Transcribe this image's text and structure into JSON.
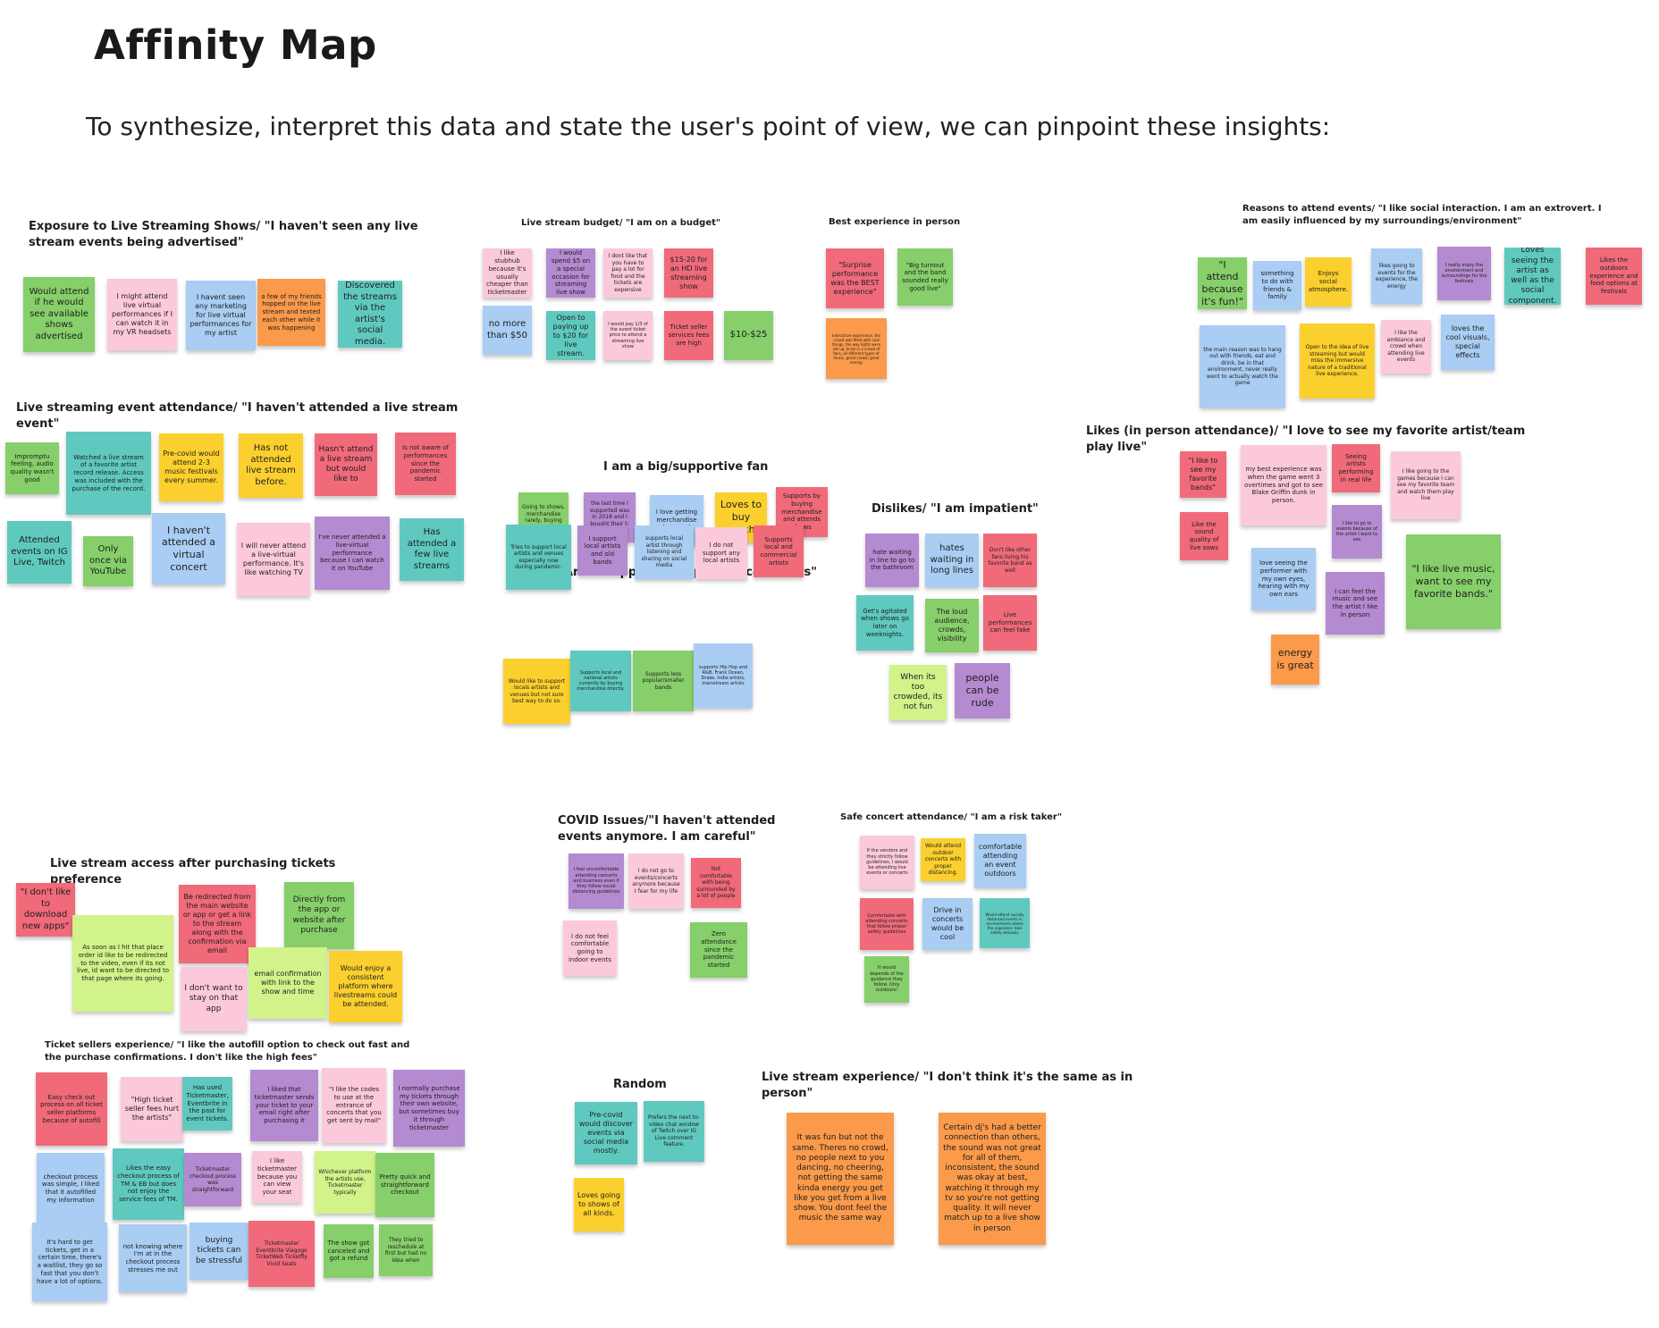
{
  "board": {
    "title": "Affinity Map",
    "subtitle": "To synthesize, interpret this data and state the user's point of view, we can pinpoint these insights:"
  },
  "colors": {
    "green": "#86cf6a",
    "pink": "#fcc9dc",
    "blue": "#a9cdf3",
    "orange": "#fa9a4a",
    "teal": "#5fc9bf",
    "yellow": "#fbd02e",
    "red": "#f06a7a",
    "purple": "#b48ad0",
    "lime": "#d2f28a"
  },
  "clusters": [
    {
      "id": "exposure",
      "title": "Exposure to Live Streaming Shows/ \"I haven't seen any live stream events being advertised\""
    },
    {
      "id": "budget",
      "title": "Live stream budget/ \"I am on a budget\""
    },
    {
      "id": "best",
      "title": "Best experience in person"
    },
    {
      "id": "reasons",
      "title": "Reasons to attend events/ \"I like social interaction. I am an extrovert. I am easily influenced by my surroundings/environment\""
    },
    {
      "id": "attendance",
      "title": "Live streaming event attendance/ \"I haven't attended a live stream event\""
    },
    {
      "id": "fan",
      "title": "I am a big/supportive fan"
    },
    {
      "id": "dislikes",
      "title": "Dislikes/ \"I am impatient\""
    },
    {
      "id": "likes",
      "title": "Likes (in person attendance)/ \"I love to see my favorite artist/team play live\""
    },
    {
      "id": "artist",
      "title": "Artist support/ \"I support local artists\""
    },
    {
      "id": "access",
      "title": "Live stream access after purchasing tickets preference"
    },
    {
      "id": "covid",
      "title": "COVID Issues/\"I haven't attended events anymore. I am careful\""
    },
    {
      "id": "safe",
      "title": "Safe concert attendance/ \"I am a risk taker\""
    },
    {
      "id": "ticket",
      "title": "Ticket sellers experience/ \"I like the autofill option to check out fast and the purchase confirmations. I don't like the high fees\""
    },
    {
      "id": "random",
      "title": "Random"
    },
    {
      "id": "experience",
      "title": "Live stream experience/ \"I don't think it's the same as in person\""
    }
  ],
  "notes": [
    {
      "text": "Would attend if he would see available shows advertised",
      "color": "green"
    },
    {
      "text": "I might attend live virtual performances if I can watch it in my VR headsets",
      "color": "pink"
    },
    {
      "text": "I havent seen any marketing for live virtual performances for my artist",
      "color": "blue"
    },
    {
      "text": "a few of my friends hopped on the live stream and texted each other while it was happening",
      "color": "orange"
    },
    {
      "text": "Discovered the streams via the artist's social media.",
      "color": "teal"
    },
    {
      "text": "I like stubhub because it's usually cheaper than ticketmaster",
      "color": "pink"
    },
    {
      "text": "I would spend $5 on a special occasion for streaming live show",
      "color": "purple"
    },
    {
      "text": "I dont like that you have to pay a lot for food and the tickets are expensive",
      "color": "pink"
    },
    {
      "text": "$15-20 for an HD live streaming show",
      "color": "red"
    },
    {
      "text": "no more than $50",
      "color": "blue"
    },
    {
      "text": "Open to paying up to $20 for live stream.",
      "color": "teal"
    },
    {
      "text": "I would pay 1/3 of the event ticket price to attend a streaming live show",
      "color": "pink"
    },
    {
      "text": "Ticket seller services fees are high",
      "color": "red"
    },
    {
      "text": "$10-$25",
      "color": "green"
    },
    {
      "text": "\"Surprise performance was the BEST experience\"",
      "color": "red"
    },
    {
      "text": "\"Big turnout and the band sounded really good live\"",
      "color": "green"
    },
    {
      "text": "Interactive experience, the crowd was filled with cool things, the way lights were set up, to be in a crowd of fans, all different types of music, great crowd, great energy",
      "color": "orange"
    },
    {
      "text": "\"I attend because it's fun!\"",
      "color": "green"
    },
    {
      "text": "something to do with friends & family",
      "color": "blue"
    },
    {
      "text": "Enjoys social atmosphere.",
      "color": "yellow"
    },
    {
      "text": "likes going to events for the experience, the energy",
      "color": "blue"
    },
    {
      "text": "I really enjoy the environment and surroundings for the festivals",
      "color": "purple"
    },
    {
      "text": "Loves seeing the artist as well as the social component.",
      "color": "teal"
    },
    {
      "text": "Likes the outdoors experience and food options at festivals",
      "color": "red"
    },
    {
      "text": "the main reason was to hang out with friends, eat and drink, be in that environment, never really went to actually watch the game",
      "color": "blue"
    },
    {
      "text": "Open to the idea of live streaming but would miss the immersive nature of a traditional live experience.",
      "color": "yellow"
    },
    {
      "text": "I like the ambiance and crowd when attending live events",
      "color": "pink"
    },
    {
      "text": "loves the cool visuals, special effects",
      "color": "blue"
    },
    {
      "text": "Impromptu feeling, audio quality wasn't good",
      "color": "green"
    },
    {
      "text": "Watched a live stream of a favorite artist record release. Access was included with the purchase of the record.",
      "color": "teal"
    },
    {
      "text": "Pre-covid would attend 2-3 music festivals every summer.",
      "color": "yellow"
    },
    {
      "text": "Has not attended live stream before.",
      "color": "yellow"
    },
    {
      "text": "Hasn't attend a live stream but would like to",
      "color": "red"
    },
    {
      "text": "Is not aware of performances since the pandemic started",
      "color": "red"
    },
    {
      "text": "Attended events on IG Live, Twitch",
      "color": "teal"
    },
    {
      "text": "Only once via YouTube",
      "color": "green"
    },
    {
      "text": "I haven't attended a virtual concert",
      "color": "blue"
    },
    {
      "text": "I will never attend a live-virtual performance. It's like watching TV",
      "color": "pink"
    },
    {
      "text": "I've never attended a live-virtual performance because I can watch it on YouTube",
      "color": "purple"
    },
    {
      "text": "Has attended a few live streams",
      "color": "teal"
    },
    {
      "text": "Going to shows, merchandise rarely, buying records",
      "color": "green"
    },
    {
      "text": "the last time I supported was in 2018 and I bought their t-shirts and LPs",
      "color": "purple"
    },
    {
      "text": "I love getting merchandise at concerts",
      "color": "blue"
    },
    {
      "text": "Loves to buy merch.",
      "color": "yellow"
    },
    {
      "text": "Supports by buying merchandise and attends shows",
      "color": "red"
    },
    {
      "text": "hate waiting in line to go to the bathroom",
      "color": "purple"
    },
    {
      "text": "hates waiting in long lines",
      "color": "blue"
    },
    {
      "text": "Don't like other fans living his favorite band as well",
      "color": "red"
    },
    {
      "text": "Get's agitated when shows go later on weeknights.",
      "color": "teal"
    },
    {
      "text": "The loud audience, crowds, visibility",
      "color": "green"
    },
    {
      "text": "Live performances can feel fake",
      "color": "red"
    },
    {
      "text": "When its too crowded, its not fun",
      "color": "lime"
    },
    {
      "text": "people can be rude",
      "color": "purple"
    },
    {
      "text": "\"I like to see my favorite bands\"",
      "color": "red"
    },
    {
      "text": "my best experience was when the game went 3 overtimes and got to see Blake Griffin dunk in person.",
      "color": "pink"
    },
    {
      "text": "Seeing artists performing in real life",
      "color": "red"
    },
    {
      "text": "I like going to the games because I can see my favorite team and watch them play live",
      "color": "pink"
    },
    {
      "text": "Like the sound quality of live sows",
      "color": "red"
    },
    {
      "text": "I like to go to events because of the artist I want to see",
      "color": "purple"
    },
    {
      "text": "love seeing the performer with my own eyes, hearing with my own ears",
      "color": "blue"
    },
    {
      "text": "I can feel the music and see the artist I like in person",
      "color": "purple"
    },
    {
      "text": "\"I like live music, want to see my favorite bands.\"",
      "color": "green"
    },
    {
      "text": "energy is great",
      "color": "orange"
    },
    {
      "text": "Tries to support local artists and venues especially now during pandemic.",
      "color": "teal"
    },
    {
      "text": "I support local artists and old bands",
      "color": "purple"
    },
    {
      "text": "supports local artist through listening and sharing on social media",
      "color": "blue"
    },
    {
      "text": "I do not support any local artists",
      "color": "pink"
    },
    {
      "text": "Supports local and commercial artists",
      "color": "red"
    },
    {
      "text": "Would like to support locals artists and venues but not sure best way to do so.",
      "color": "yellow"
    },
    {
      "text": "Supports local and national artists currently by buying merchandise directly.",
      "color": "teal"
    },
    {
      "text": "Supports less popular/smaller bands",
      "color": "green"
    },
    {
      "text": "supports Hip Hop and R&B, Frank Ocean, Drake, Indie artists, mainstream artists",
      "color": "blue"
    },
    {
      "text": "\"I don't like to download new apps\"",
      "color": "red"
    },
    {
      "text": "As soon as I hit that place order id like to be redirected to the video, even if its not live, id want to be directed to that page where its going.",
      "color": "lime"
    },
    {
      "text": "Be redirected from the main website or app or get a link to the stream along with the confirmation via email",
      "color": "red"
    },
    {
      "text": "Directly from the app or website after purchase",
      "color": "green"
    },
    {
      "text": "I don't want to stay on that app",
      "color": "pink"
    },
    {
      "text": "email confirmation with link to the show and time",
      "color": "lime"
    },
    {
      "text": "Would enjoy a consistent platform where livestreams could be attended.",
      "color": "yellow"
    },
    {
      "text": "I feel uncomfortable attending concerts and business even if they follow social distancing guidelines",
      "color": "purple"
    },
    {
      "text": "I do not go to events/concerts anymore because I fear for my life",
      "color": "pink"
    },
    {
      "text": "Not comfortable with being surrounded by a lot of people",
      "color": "red"
    },
    {
      "text": "I do not feel comfortable going to indoor events",
      "color": "pink"
    },
    {
      "text": "Zero attendance since the pandemic started",
      "color": "green"
    },
    {
      "text": "If the vendors and they strictly follow guidelines, I would be attending live events or concerts",
      "color": "pink"
    },
    {
      "text": "Would attend outdoor concerts with proper distancing.",
      "color": "yellow"
    },
    {
      "text": "comfortable attending an event outdoors",
      "color": "blue"
    },
    {
      "text": "Comfortable with attending concerts that follow proper safety guidelines",
      "color": "red"
    },
    {
      "text": "Drive in concerts would be cool",
      "color": "blue"
    },
    {
      "text": "Would attend socially distanced events in environments where the organizers take safety seriously",
      "color": "teal"
    },
    {
      "text": "It would depends of the guidance they follow. Only outdoors!",
      "color": "green"
    },
    {
      "text": "Easy check out process on all ticket seller platforms because of autofill",
      "color": "red"
    },
    {
      "text": "\"High ticket seller fees hurt the artists\"",
      "color": "pink"
    },
    {
      "text": "Has used Ticketmaster, Eventbrite in the past for event tickets.",
      "color": "teal"
    },
    {
      "text": "I liked that ticketmaster sends your ticket to your email right after purchasing it",
      "color": "purple"
    },
    {
      "text": "\"I like the codes to use at the entrance of concerts that you get sent by mail\"",
      "color": "pink"
    },
    {
      "text": "I normally purchase my tickets through their own website, but sometimes buy it through ticketmaster",
      "color": "purple"
    },
    {
      "text": "checkout process was simple, I liked that it autofilled my information",
      "color": "blue"
    },
    {
      "text": "Likes the easy checkout process of TM & EB but does not enjoy the service fees of TM.",
      "color": "teal"
    },
    {
      "text": "Ticketmaster checkout process was straightforward",
      "color": "purple"
    },
    {
      "text": "I like ticketmaster because you can view your seat",
      "color": "pink"
    },
    {
      "text": "Whichever platform the artists use, Ticketmaster typically",
      "color": "lime"
    },
    {
      "text": "Pretty quick and straightforward checkout",
      "color": "green"
    },
    {
      "text": "It's hard to get tickets, get in a certain time, there's a waitlist, they go so fast that you don't have a lot of options.",
      "color": "blue"
    },
    {
      "text": "not knowing where I'm at in the checkout process stresses me out",
      "color": "blue"
    },
    {
      "text": "buying tickets can be stressful",
      "color": "blue"
    },
    {
      "text": "Ticketmaster Eventbrite Viagogo TicketWeb Ticketfly Vivid Seats",
      "color": "red"
    },
    {
      "text": "The show got canceled and got a refund",
      "color": "green"
    },
    {
      "text": "They tried to reschedule at first but had no idea when",
      "color": "green"
    },
    {
      "text": "Pre-covid would discover events via social media mostly.",
      "color": "teal"
    },
    {
      "text": "Prefers the next to-video chat window of Twitch over IG Live comment feature.",
      "color": "teal"
    },
    {
      "text": "Loves going to shows of all kinds.",
      "color": "yellow"
    },
    {
      "text": "It was fun but not the same. Theres no crowd, no people next to you dancing, no cheering, not getting the same kinda energy you get like you get from a live show. You dont feel the music the same way",
      "color": "orange"
    },
    {
      "text": "Certain dj's had a better connection than others, the sound was not great for all of them, inconsistent, the sound was okay at best, watching it through my tv so you're not getting quality. It will never match up to a live show in person",
      "color": "orange"
    }
  ]
}
